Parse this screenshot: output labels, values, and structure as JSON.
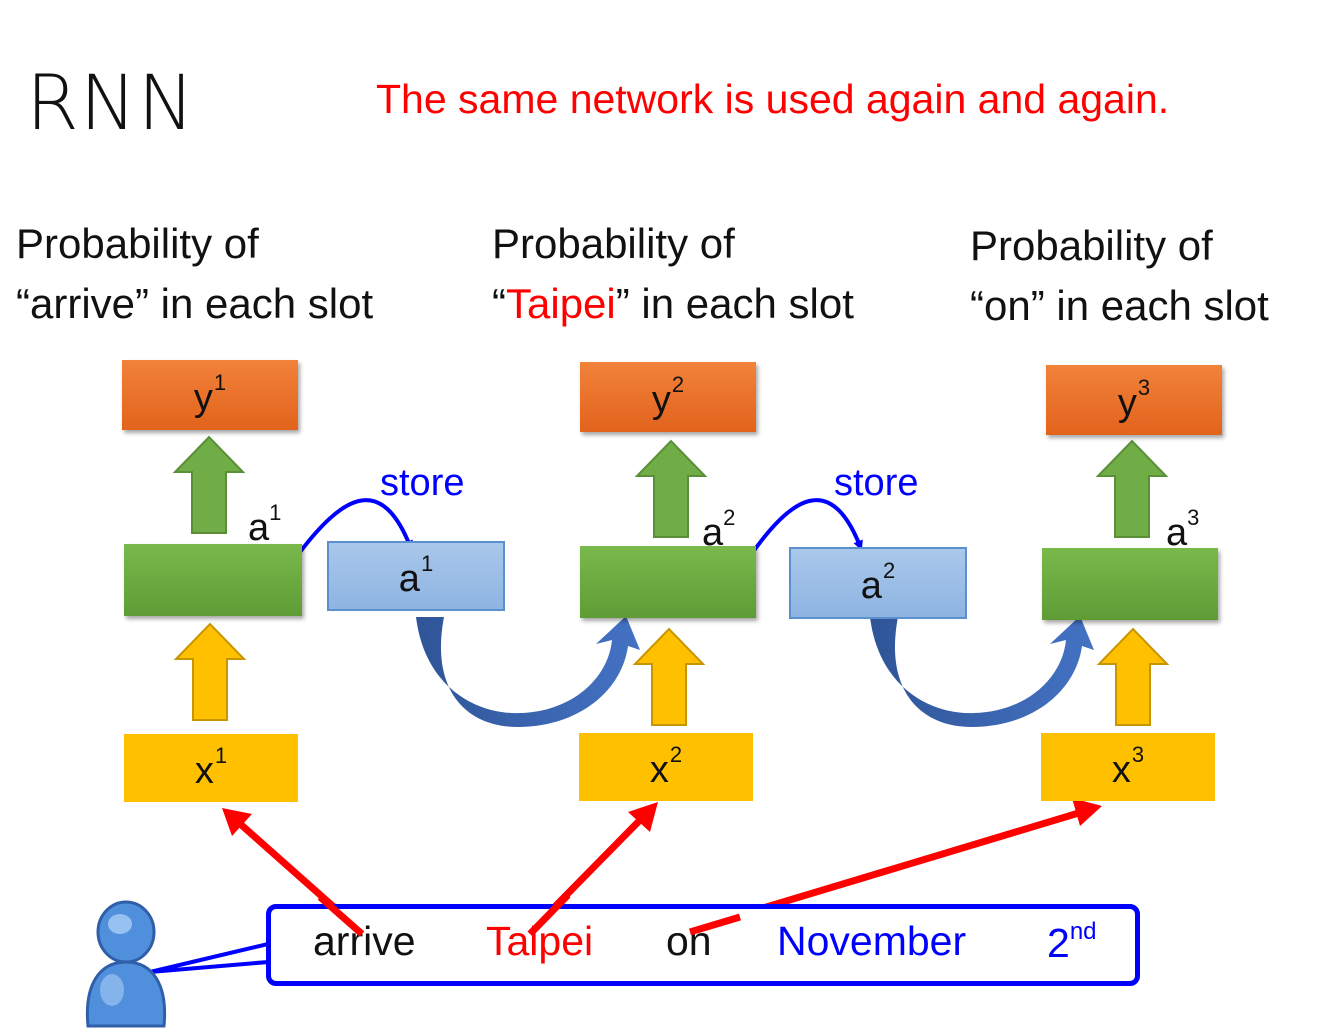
{
  "title": "RNN",
  "subtitle": "The same network is used again and again.",
  "prob_label": "Probability of",
  "prob_suffix": "” in each slot",
  "open_quote": "“",
  "words": [
    "arrive",
    "Taipei",
    "on"
  ],
  "store_label": "store",
  "letters": {
    "y": "y",
    "a": "a",
    "x": "x"
  },
  "indices": [
    "1",
    "2",
    "3"
  ],
  "sentence": {
    "arrive": "arrive",
    "taipei": "Taipei",
    "on": "on",
    "november": "November",
    "day": "2",
    "day_suffix": "nd"
  },
  "colors": {
    "output": "#ED7D31",
    "hidden": "#70AD47",
    "input": "#FFC000",
    "memory": "#9DC3E6",
    "highlight": "#FF0000",
    "store": "#0000FF"
  }
}
